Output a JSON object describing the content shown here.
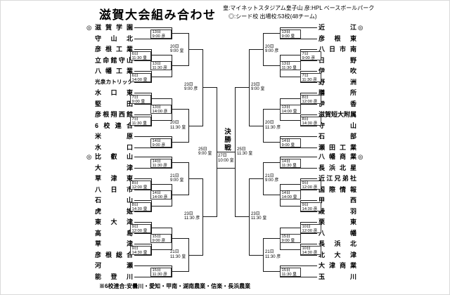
{
  "title": "滋賀大会組み合わせ",
  "legend": {
    "venues": "皇:マイネットスタジアム皇子山  彦:HPL ベースボールパーク",
    "seed": "◎:シード校  出場校:53校(48チーム)"
  },
  "seed_mark": "◎",
  "final": {
    "name": "決勝戦",
    "date": "27日",
    "time": "10:00 皇"
  },
  "semifinals": [
    {
      "date": "25日",
      "time": "9:00 皇"
    },
    {
      "date": "25日",
      "time": "11:30 皇"
    }
  ],
  "quarters": [
    {
      "id": "left_top",
      "side": "left",
      "half": "top",
      "teams": [
        "滋賀学園",
        "守山北",
        "彦根工業",
        "立命館守山",
        "八幡工業",
        "光泉カトリック",
        "水口東",
        "堅田",
        "彦根翔西館",
        "6校連合",
        "米原",
        "水口"
      ],
      "seeded_team_index": 0,
      "pair_matches": [
        {
          "date": "13日",
          "time": "9:00 彦"
        },
        {
          "date": "6日",
          "time": "11:30 皇"
        },
        {
          "date": "6日",
          "time": "14:00 皇"
        },
        {
          "date": "7日",
          "time": "9:00 皇"
        },
        {
          "date": "7日",
          "time": "11:30 皇"
        },
        {
          "date": "14日",
          "time": "9:00 彦"
        }
      ],
      "round2_matches": [
        {
          "date": "13日",
          "time": "11:30 彦"
        },
        {
          "date": "13日",
          "time": "14:00 彦"
        }
      ],
      "round3_matches": [
        {
          "date": "20日",
          "time": "9:00 皇"
        },
        {
          "date": "20日",
          "time": "11:30 皇"
        }
      ],
      "quarterfinal": {
        "date": "23日",
        "time": "9:00 彦"
      }
    },
    {
      "id": "left_bottom",
      "side": "left",
      "half": "bottom",
      "teams": [
        "比叡山",
        "大津",
        "草津東",
        "八日市",
        "石山",
        "虎姫",
        "東大津",
        "高島",
        "草津",
        "彦根総合",
        "河瀬",
        "能登川"
      ],
      "seeded_team_index": 0,
      "pair_matches": [
        {
          "date": "14日",
          "time": "11:30 彦"
        },
        {
          "date": "8日",
          "time": "12:00 皇"
        },
        {
          "date": "8日",
          "time": "14:30 皇"
        },
        {
          "date": "9日",
          "time": "12:00 皇"
        },
        {
          "date": "9日",
          "time": "14:30 皇"
        },
        {
          "date": "15日",
          "time": "11:30 彦"
        }
      ],
      "round2_matches": [
        {
          "date": "14日",
          "time": "14:00 彦"
        },
        {
          "date": "15日",
          "time": "9:00 彦"
        }
      ],
      "round3_matches": [
        {
          "date": "21日",
          "time": "9:00 皇"
        },
        {
          "date": "21日",
          "time": "11:30 皇"
        }
      ],
      "quarterfinal": {
        "date": "23日",
        "time": "11:30 彦"
      }
    },
    {
      "id": "right_top",
      "side": "right",
      "half": "top",
      "teams": [
        "近江",
        "彦根東",
        "八日市南",
        "日野",
        "伊吹",
        "野洲",
        "膳所",
        "伊香",
        "滋賀短大附属",
        "守山",
        "石部",
        "瀬田工業"
      ],
      "seeded_team_index": 0,
      "pair_matches": [
        {
          "date": "13日",
          "time": "9:00 皇"
        },
        {
          "date": "7日",
          "time": "9:00 彦"
        },
        {
          "date": "7日",
          "time": "11:30 彦"
        },
        {
          "date": "8日",
          "time": "12:00 彦"
        },
        {
          "date": "8日",
          "time": "14:30 彦"
        },
        {
          "date": "14日",
          "time": "9:00 皇"
        }
      ],
      "round2_matches": [
        {
          "date": "13日",
          "time": "11:30 皇"
        },
        {
          "date": "13日",
          "time": "14:00 皇"
        }
      ],
      "round3_matches": [
        {
          "date": "20日",
          "time": "9:00 彦"
        },
        {
          "date": "20日",
          "time": "11:30 彦"
        }
      ],
      "quarterfinal": {
        "date": "23日",
        "time": "9:00 皇"
      }
    },
    {
      "id": "right_bottom",
      "side": "right",
      "half": "bottom",
      "teams": [
        "八幡商業",
        "長浜北星",
        "近江兄弟社",
        "国際情報",
        "甲西",
        "綾羽",
        "栗東",
        "八幡",
        "長浜北",
        "北大津",
        "大津商業",
        "玉川"
      ],
      "seeded_team_index": 0,
      "pair_matches": [
        {
          "date": "14日",
          "time": "11:30 皇"
        },
        {
          "date": "9日",
          "time": "12:00 彦"
        },
        {
          "date": "9日",
          "time": "14:30 彦"
        },
        {
          "date": "10日",
          "time": "12:00 彦"
        },
        {
          "date": "10日",
          "time": "14:30 彦"
        },
        {
          "date": "15日",
          "time": "11:30 皇"
        }
      ],
      "round2_matches": [
        {
          "date": "14日",
          "time": "14:00 皇"
        },
        {
          "date": "15日",
          "time": "9:00 皇"
        }
      ],
      "round3_matches": [
        {
          "date": "21日",
          "time": "9:00 彦"
        },
        {
          "date": "21日",
          "time": "11:30 彦"
        }
      ],
      "quarterfinal": {
        "date": "23日",
        "time": "11:30 皇"
      }
    }
  ],
  "footnote": "※6校連合:安曇川・愛知・甲南・湖南農業・信楽・長浜農業"
}
